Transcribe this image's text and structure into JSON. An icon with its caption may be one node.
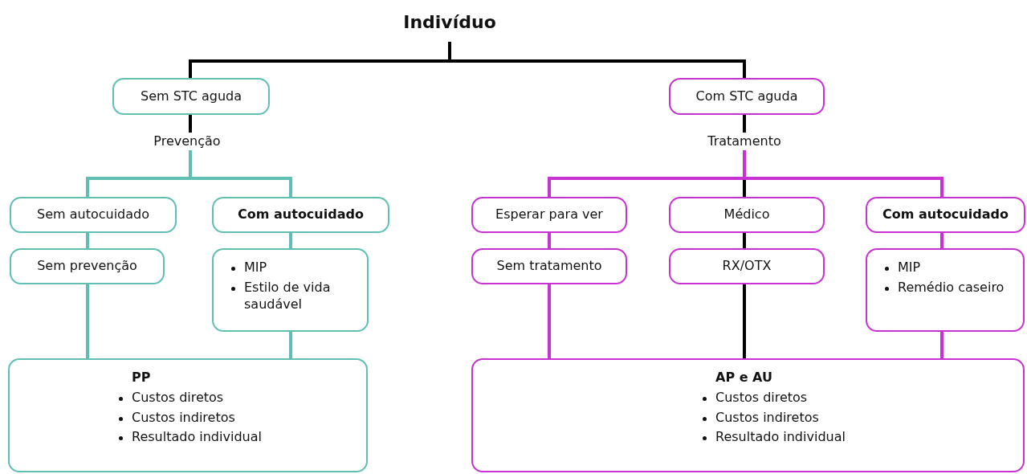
{
  "diagram": {
    "nodes": [
      {
        "text": [
          "Indivíduo"
        ]
      },
      {
        "text": [
          "Sem STC aguda"
        ]
      },
      {
        "text": [
          "Com STC aguda"
        ]
      },
      {
        "text": [
          "Prevenção"
        ]
      },
      {
        "text": [
          "Sem autocuidado"
        ]
      },
      {
        "text": [
          "Com autocuidado"
        ]
      },
      {
        "text": [
          "Sem prevenção"
        ]
      },
      {
        "text": [
          "MIP",
          "Estilo de vida saudável"
        ]
      },
      {
        "text": [
          "PP",
          "Custos diretos",
          "Custos indiretos",
          "Resultado individual"
        ]
      },
      {
        "text": [
          "Tratamento"
        ]
      },
      {
        "text": [
          "Esperar para ver"
        ]
      },
      {
        "text": [
          "Médico"
        ]
      },
      {
        "text": [
          "Com autocuidado"
        ]
      },
      {
        "text": [
          "Sem tratamento"
        ]
      },
      {
        "text": [
          "RX/OTX"
        ]
      },
      {
        "text": [
          "MIP",
          "Remédio caseiro"
        ]
      },
      {
        "text": [
          "AP e AU",
          "Custos diretos",
          "Custos indiretos",
          "Resultado individual"
        ]
      }
    ],
    "edges": [
      {
        "from": 0,
        "to": 1,
        "arrow": "none"
      },
      {
        "from": 0,
        "to": 2,
        "arrow": "none"
      },
      {
        "from": 1,
        "to": 3,
        "arrow": "none"
      },
      {
        "from": 3,
        "to": 4,
        "arrow": "none",
        "color": "#5fbfb2"
      },
      {
        "from": 3,
        "to": 5,
        "arrow": "none",
        "color": "#5fbfb2"
      },
      {
        "from": 4,
        "to": 6,
        "arrow": "none",
        "color": "#5fbfb2"
      },
      {
        "from": 5,
        "to": 7,
        "arrow": "none",
        "color": "#5fbfb2"
      },
      {
        "from": 6,
        "to": 8,
        "arrow": "none",
        "color": "#5fbfb2"
      },
      {
        "from": 7,
        "to": 8,
        "arrow": "none",
        "color": "#5fbfb2"
      },
      {
        "from": 2,
        "to": 9,
        "arrow": "none"
      },
      {
        "from": 9,
        "to": 10,
        "arrow": "none",
        "color": "#c832d2"
      },
      {
        "from": 9,
        "to": 11,
        "arrow": "none"
      },
      {
        "from": 9,
        "to": 12,
        "arrow": "none",
        "color": "#c832d2"
      },
      {
        "from": 10,
        "to": 13,
        "arrow": "none",
        "color": "#c832d2"
      },
      {
        "from": 11,
        "to": 14,
        "arrow": "none"
      },
      {
        "from": 12,
        "to": 15,
        "arrow": "none",
        "color": "#c832d2"
      },
      {
        "from": 13,
        "to": 16,
        "arrow": "none",
        "color": "#c832d2"
      },
      {
        "from": 14,
        "to": 16,
        "arrow": "none"
      },
      {
        "from": 15,
        "to": 16,
        "arrow": "none",
        "color": "#c832d2"
      }
    ]
  }
}
